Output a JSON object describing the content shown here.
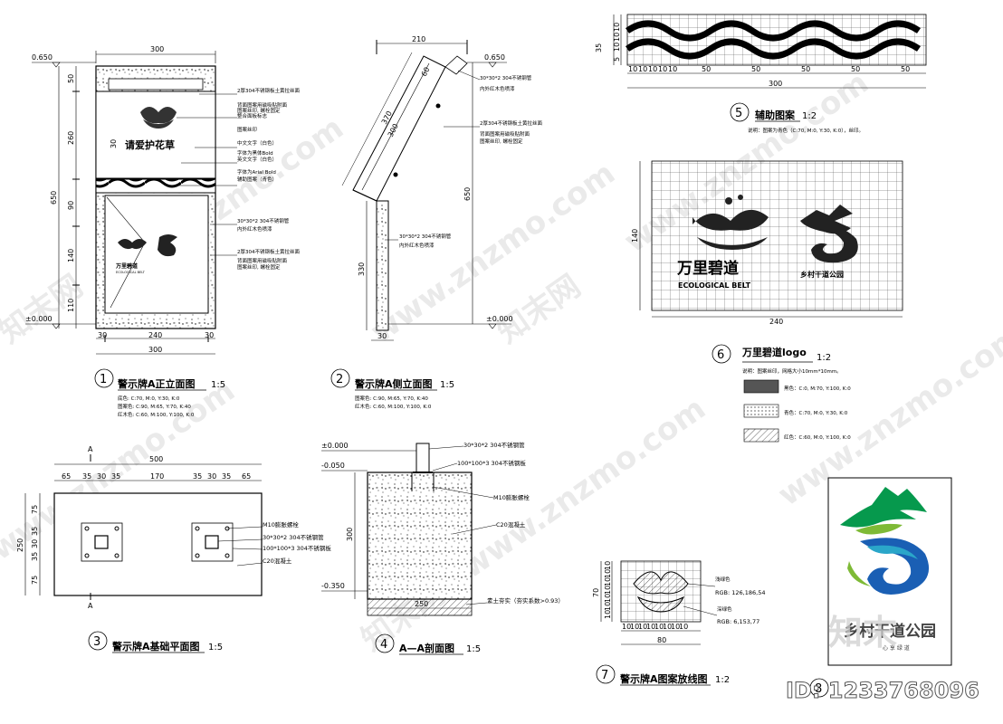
{
  "drawing_1": {
    "title": "警示牌A正立面图",
    "scale": "1:5",
    "num": "1",
    "notes": [
      "底色: C:70, M:0, Y:30, K:0",
      "图案色: C:90, M:65, Y:70, K:40",
      "红木色: C:60, M:100, Y:100, K:0"
    ],
    "level_top": "0.650",
    "level_base": "±0.000",
    "dim_top": "300",
    "dim_bottom_total": "300",
    "dim_bottom": [
      "30",
      "240",
      "30"
    ],
    "dim_left_total": "650",
    "dim_left": [
      "50",
      "260",
      "90",
      "140",
      "110"
    ],
    "dim_text_height": "30",
    "sign_text": "请爱护花草",
    "logo_text": "万里碧道",
    "logo_sub": "ECOLOGICAL BELT",
    "annotations": [
      "2厚304不锈钢板土黄拉丝面",
      "背面图案用磁吸贴附面",
      "图案丝印, 螺栓固定",
      "整合面板标志",
      "图案丝印",
      "中文文字（白色）",
      "字体为黑体Bold",
      "英文文字（白色）",
      "字体为Arial Bold",
      "辅助图案（青色）",
      "30*30*2 304不锈钢管",
      "内外红木色喷漆",
      "2厚304不锈钢板土黄拉丝面",
      "背面图案用磁吸贴附面",
      "图案丝印, 螺栓固定"
    ]
  },
  "drawing_2": {
    "title": "警示牌A侧立面图",
    "scale": "1:5",
    "num": "2",
    "notes": [
      "图案色: C:90, M:65, Y:70, K:40",
      "红木色: C:60, M:100, Y:100, K:0"
    ],
    "level_top": "0.650",
    "level_base": "±0.000",
    "dim_top": "210",
    "dim_slant": [
      "60",
      "370",
      "300"
    ],
    "dim_right": "650",
    "dim_left": "330",
    "dim_bottom": "30",
    "annotations": [
      "30*30*2 304不锈钢管",
      "内外红木色喷漆",
      "2厚304不锈钢板土黄拉丝面",
      "背面图案用磁吸贴附面",
      "图案丝印, 螺栓固定",
      "30*30*2 304不锈钢管",
      "内外红木色喷漆"
    ]
  },
  "drawing_3": {
    "title": "警示牌A基础平面图",
    "scale": "1:5",
    "num": "3",
    "section_mark": "A",
    "dim_top_total": "500",
    "dim_top": [
      "65",
      "35",
      "30",
      "35",
      "170",
      "35",
      "30",
      "35",
      "65"
    ],
    "dim_left_total": "250",
    "dim_left": [
      "75",
      "35",
      "30",
      "35",
      "75"
    ],
    "annotations": [
      "M10膨胀螺栓",
      "30*30*2 304不锈钢管",
      "100*100*3 304不锈钢板",
      "C20混凝土"
    ]
  },
  "drawing_4": {
    "title": "A—A剖面图",
    "scale": "1:5",
    "num": "4",
    "levels": [
      "±0.000",
      "-0.050",
      "-0.350"
    ],
    "dim_height": "300",
    "dim_width": "250",
    "annotations": [
      "30*30*2 304不锈钢管",
      "100*100*3 304不锈钢板",
      "M10膨胀螺栓",
      "C20混凝土",
      "素土夯实（夯实系数>0.93）"
    ]
  },
  "drawing_5": {
    "title": "辅助图案",
    "scale": "1:2",
    "num": "5",
    "note": "说明：图案为青色（C:70, M:0, Y:30, K:0），丝印。",
    "dim_left": [
      "35",
      "10",
      "10",
      "10",
      "5"
    ],
    "dim_bottom": [
      "10",
      "10",
      "10",
      "10",
      "10",
      "50",
      "50",
      "50",
      "50",
      "50"
    ],
    "dim_total": "300"
  },
  "drawing_6": {
    "title": "万里碧道logo",
    "scale": "1:2",
    "num": "6",
    "note": "说明：图案丝印，网格大小10mm*10mm。",
    "dim_left": "140",
    "dim_bottom": "240",
    "logo_text": "万里碧道",
    "logo_sub": "ECOLOGICAL BELT",
    "logo_right": "乡村干道公园",
    "legend": [
      {
        "text": "黑色：C:0, M:70, Y:100, K:0",
        "color": "#555555"
      },
      {
        "text": "青色：C:70, M:0, Y:30, K:0",
        "color": "#ffffff"
      },
      {
        "text": "红色：C:60, M:0, Y:100, K:0",
        "color": "#ffffff"
      }
    ]
  },
  "drawing_7": {
    "title": "警示牌A图案放线图",
    "scale": "1:2",
    "num": "7",
    "dim_left_total": "70",
    "dim_left": [
      "10",
      "10",
      "10",
      "10",
      "10",
      "10",
      "10"
    ],
    "dim_bottom_total": "80",
    "dim_bottom": [
      "10",
      "10",
      "10",
      "10",
      "10",
      "10",
      "10",
      "10"
    ],
    "annotations": [
      "浅绿色",
      "RGB: 126,186,54",
      "深绿色",
      "RGB: 6,153,77"
    ]
  },
  "drawing_8": {
    "num": "8",
    "logo_text": "乡村干道公园",
    "logo_sub": "心 享 绿 道",
    "colors": {
      "green_dark": "#06994d",
      "green_light": "#7eba36",
      "blue": "#1a5fb4",
      "teal": "#2aa6c9"
    }
  },
  "watermark": {
    "brand": "知末网",
    "url": "www.znzmo.com",
    "logo_text": "知末",
    "id": "ID: 1233768096"
  }
}
